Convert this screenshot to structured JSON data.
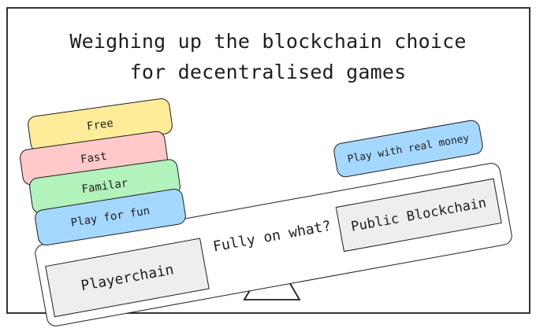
{
  "title": {
    "line1": "Weighing up the blockchain choice",
    "line2": "for decentralised games"
  },
  "left_pan": {
    "label": "Playerchain",
    "stack": [
      {
        "label": "Free",
        "color": "#ffec99"
      },
      {
        "label": "Fast",
        "color": "#ffc9c9"
      },
      {
        "label": "Familar",
        "color": "#b2f2bb"
      },
      {
        "label": "Play for fun",
        "color": "#a5d8ff"
      }
    ]
  },
  "right_pan": {
    "label": "Public Blockchain",
    "stack": [
      {
        "label": "Play with real money",
        "color": "#a5d8ff"
      }
    ]
  },
  "beam_label": "Fully on what?",
  "colors": {
    "ink": "#1e1e1e",
    "pan_fill": "#eeeeee"
  }
}
